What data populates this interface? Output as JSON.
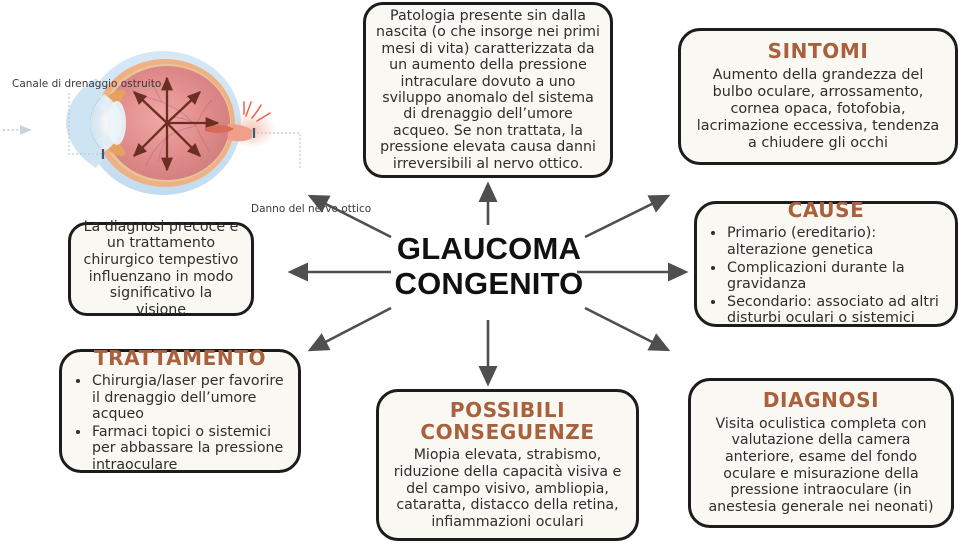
{
  "center": {
    "line1": "GLAUCOMA",
    "line2": "CONGENITO"
  },
  "boxes": {
    "definition": {
      "body": "Patologia presente sin dalla nascita (o che insorge nei primi mesi di vita) caratterizzata da un aumento della pressione intraculare dovuto a uno sviluppo anomalo del sistema di drenaggio dell’umore acqueo. Se non trattata, la pressione elevata causa danni irreversibili al nervo ottico."
    },
    "sintomi": {
      "heading": "SINTOMI",
      "body": "Aumento della grandezza del bulbo oculare, arrossamento, cornea opaca, fotofobia, lacrimazione eccessiva, tendenza a chiudere gli occhi"
    },
    "cause": {
      "heading": "CAUSE",
      "items": [
        "Primario (ereditario): alterazione genetica",
        "Complicazioni durante la gravidanza",
        "Secondario: associato ad altri disturbi oculari o sistemici"
      ]
    },
    "diagnosi": {
      "heading": "DIAGNOSI",
      "body": "Visita oculistica completa con valutazione della camera anteriore, esame del fondo oculare e misurazione della pressione intraoculare (in anestesia generale nei neonati)"
    },
    "conseguenze": {
      "heading_line1": "POSSIBILI",
      "heading_line2": "CONSEGUENZE",
      "body": "Miopia elevata, strabismo, riduzione della capacità visiva e del campo visivo, ambliopia, cataratta, distacco della retina, infiammazioni oculari"
    },
    "trattamento": {
      "heading": "TRATTAMENTO",
      "items": [
        "Chirurgia/laser per favorire il drenaggio dell’umore acqueo",
        "Farmaci topici o sistemici per abbassare la pressione intraoculare"
      ]
    },
    "prognosi": {
      "body": "La diagnosi precoce e un trattamento chirurgico tempestivo influenzano in modo significativo la visione"
    }
  },
  "eye_diagram": {
    "label_drainage": "Canale di drenaggio ostruito",
    "label_nerve": "Danno del nervo ottico"
  },
  "colors": {
    "heading_brown": "#a9603c",
    "box_fill": "#faf8f3",
    "box_border": "#1c1c1c",
    "arrow_gray": "#4f4f4f",
    "title_black": "#111111",
    "eye_sclera": "#cfe4f2",
    "eye_choroid": "#efb183",
    "eye_interior": "#e08b8b",
    "eye_iris": "#4d7f9e",
    "eye_arrow": "#6b2f21"
  }
}
